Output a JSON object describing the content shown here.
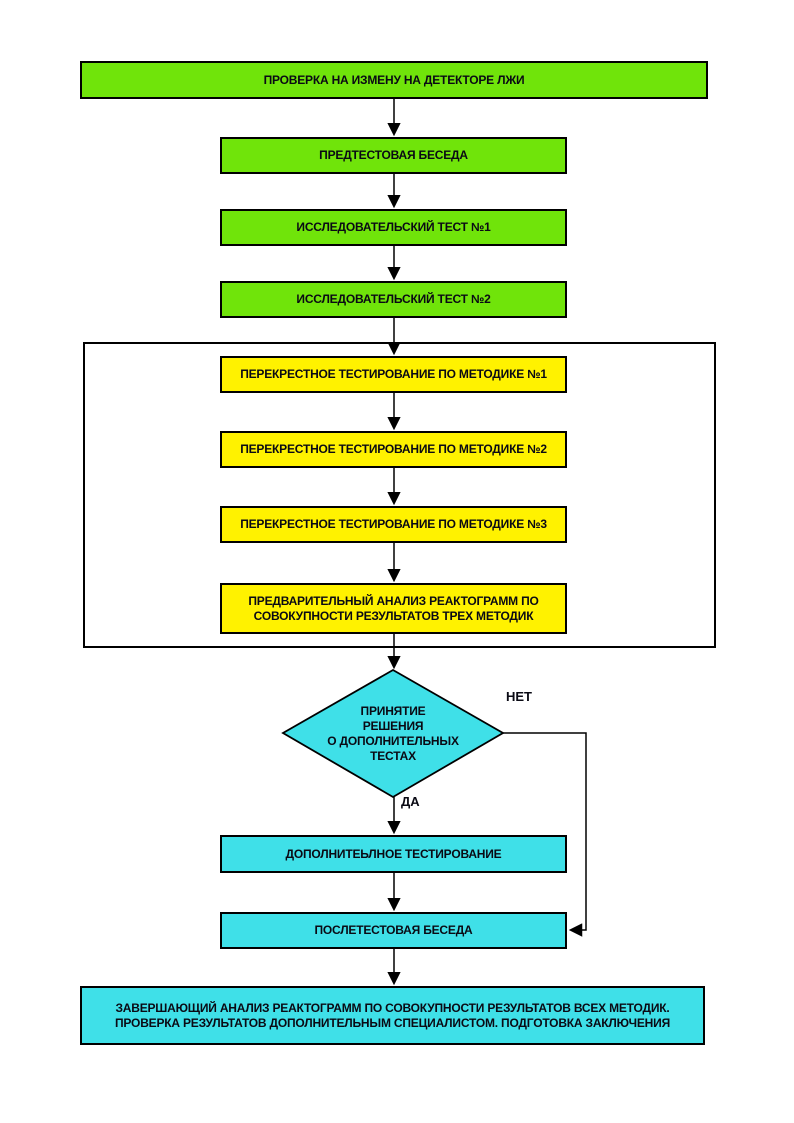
{
  "colors": {
    "green": "#70e40a",
    "yellow": "#fff200",
    "cyan": "#3fe0e8",
    "line": "#000000",
    "background": "#ffffff"
  },
  "flowchart": {
    "nodes": {
      "check": {
        "label": "ПРОВЕРКА НА ИЗМЕНУ НА ДЕТЕКТОРЕ ЛЖИ"
      },
      "pretest_talk": {
        "label": "ПРЕДТЕСТОВАЯ БЕСЕДА"
      },
      "research_test_1": {
        "label": "ИССЛЕДОВАТЕЛЬСКИЙ ТЕСТ №1"
      },
      "research_test_2": {
        "label": "ИССЛЕДОВАТЕЛЬСКИЙ ТЕСТ №2"
      },
      "cross_test_1": {
        "label": "ПЕРЕКРЕСТНОЕ ТЕСТИРОВАНИЕ ПО МЕТОДИКЕ №1"
      },
      "cross_test_2": {
        "label": "ПЕРЕКРЕСТНОЕ ТЕСТИРОВАНИЕ ПО МЕТОДИКЕ №2"
      },
      "cross_test_3": {
        "label": "ПЕРЕКРЕСТНОЕ ТЕСТИРОВАНИЕ ПО МЕТОДИКЕ №3"
      },
      "preliminary_analysis": {
        "label": "ПРЕДВАРИТЕЛЬНЫЙ АНАЛИЗ РЕАКТОГРАММ ПО\nСОВОКУПНОСТИ РЕЗУЛЬТАТОВ ТРЕХ МЕТОДИК"
      },
      "decision": {
        "label": "ПРИНЯТИЕ\nРЕШЕНИЯ\nО ДОПОЛНИТЕЛЬНЫХ\nТЕСТАХ"
      },
      "additional_testing": {
        "label": "ДОПОЛНИТЕЬЛНОЕ ТЕСТИРОВАНИЕ"
      },
      "posttest_talk": {
        "label": "ПОСЛЕТЕСТОВАЯ БЕСЕДА"
      },
      "final_analysis": {
        "label": "ЗАВЕРШАЮЩИЙ АНАЛИЗ РЕАКТОГРАММ ПО СОВОКУПНОСТИ РЕЗУЛЬТАТОВ ВСЕХ МЕТОДИК.\nПРОВЕРКА РЕЗУЛЬТАТОВ ДОПОЛНИТЕЛЬНЫМ СПЕЦИАЛИСТОМ. ПОДГОТОВКА ЗАКЛЮЧЕНИЯ"
      }
    },
    "branches": {
      "yes_label": "ДА",
      "no_label": "НЕТ"
    }
  }
}
